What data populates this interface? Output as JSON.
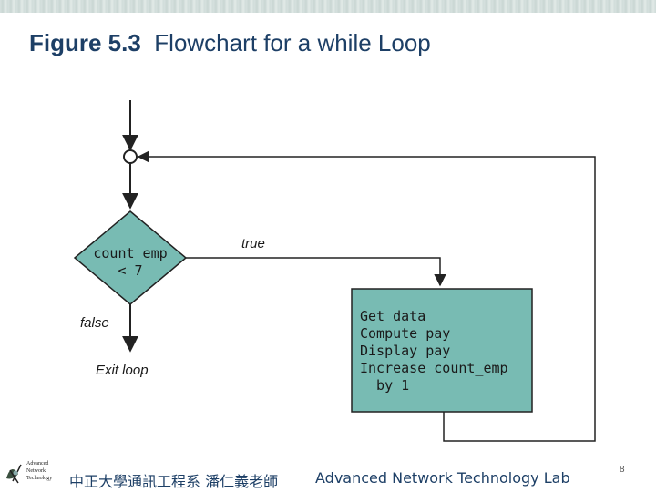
{
  "slide": {
    "figure_number": "Figure 5.3",
    "title": "Flowchart for a while Loop"
  },
  "flowchart": {
    "condition_line1": "count_emp",
    "condition_line2": "< 7",
    "true_label": "true",
    "false_label": "false",
    "exit_label": "Exit loop",
    "process_lines": [
      "Get data",
      "Compute pay",
      "Display pay",
      "Increase count_emp",
      "  by 1"
    ],
    "colors": {
      "fill": "#78bbb3",
      "stroke": "#222222"
    }
  },
  "footer": {
    "logo_text": [
      "Advanced",
      "Network",
      "Technology"
    ],
    "chinese_text": "中正大學通訊工程系 潘仁義老師",
    "lab_text": "Advanced Network Technology Lab",
    "page_number": "8"
  }
}
